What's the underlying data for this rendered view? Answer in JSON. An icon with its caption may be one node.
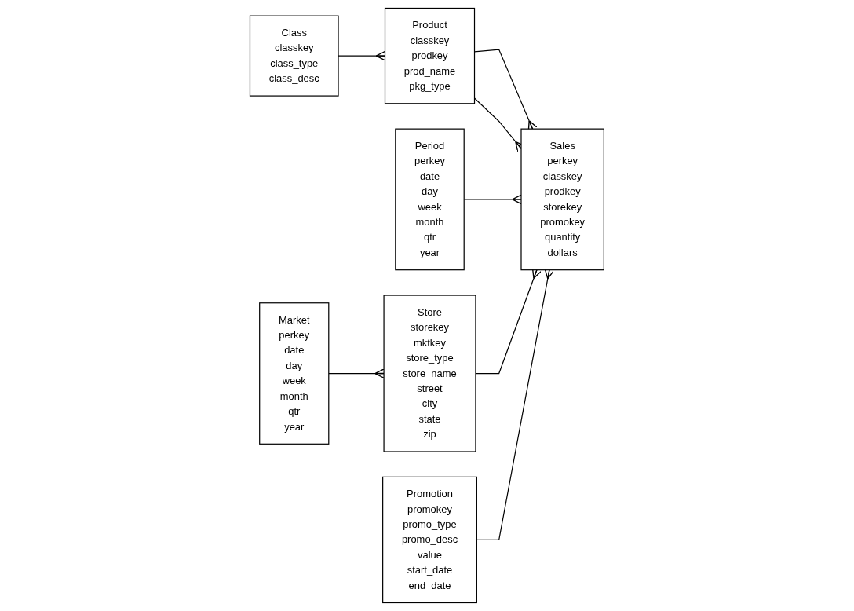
{
  "diagram": {
    "nodes": [
      {
        "text": [
          "Class",
          "classkey",
          "class_type",
          "class_desc"
        ]
      },
      {
        "text": [
          "Product",
          "classkey",
          "prodkey",
          "prod_name",
          "pkg_type"
        ]
      },
      {
        "text": [
          "Sales",
          "perkey",
          "classkey",
          "prodkey",
          "storekey",
          "promokey",
          "quantity",
          "dollars"
        ]
      },
      {
        "text": [
          "Period",
          "perkey",
          "date",
          "day",
          "week",
          "month",
          "qtr",
          "year"
        ]
      },
      {
        "text": [
          "Market",
          "perkey",
          "date",
          "day",
          "week",
          "month",
          "qtr",
          "year"
        ]
      },
      {
        "text": [
          "Store",
          "storekey",
          "mktkey",
          "store_type",
          "store_name",
          "street",
          "city",
          "state",
          "zip"
        ]
      },
      {
        "text": [
          "Promotion",
          "promokey",
          "promo_type",
          "promo_desc",
          "value",
          "start_date",
          "end_date"
        ]
      }
    ],
    "edges": [
      {
        "from": 0,
        "to": 1,
        "arrow": "other"
      },
      {
        "from": 1,
        "to": 2,
        "arrow": "other"
      },
      {
        "from": 1,
        "to": 2,
        "arrow": "other"
      },
      {
        "from": 3,
        "to": 2,
        "arrow": "other"
      },
      {
        "from": 5,
        "to": 2,
        "arrow": "other"
      },
      {
        "from": 6,
        "to": 2,
        "arrow": "other"
      },
      {
        "from": 4,
        "to": 5,
        "arrow": "other"
      }
    ]
  }
}
